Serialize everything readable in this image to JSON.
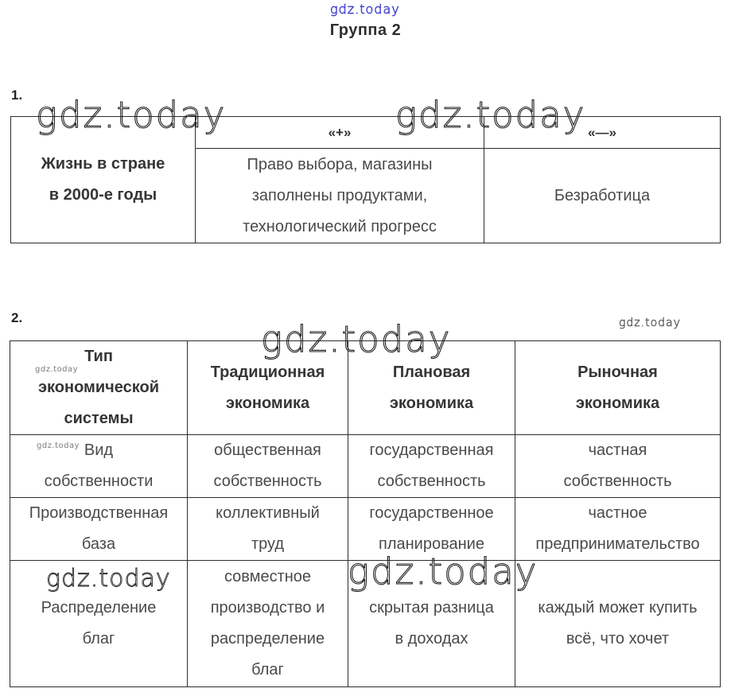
{
  "page": {
    "heading": "Группа 2",
    "section1_label": "1.",
    "section2_label": "2."
  },
  "watermark": {
    "text": "gdz.today"
  },
  "colors": {
    "watermark_blue": "#3e3ed2",
    "body_text": "#4a4a4a",
    "border": "#2d2d2d"
  },
  "table1": {
    "row_header": "Жизнь в стране\nв 2000-е годы",
    "col_plus": "«+»",
    "col_minus": "«—»",
    "plus_text": "Право выбора, магазины\nзаполнены продуктами,\nтехнологический прогресс",
    "minus_text": "Безработица"
  },
  "table2": {
    "headers": [
      "Тип\nэкономической\nсистемы",
      "Традиционная\nэкономика",
      "Плановая\nэкономика",
      "Рыночная\nэкономика"
    ],
    "rows": [
      {
        "cells": [
          "Вид\nсобственности",
          "общественная\nсобственность",
          "государственная\nсобственность",
          "частная\nсобственность"
        ]
      },
      {
        "cells": [
          "Производственная\nбаза",
          "коллективный\nтруд",
          "государственное\nпланирование",
          "частное\nпредпринимательство"
        ]
      },
      {
        "cells": [
          "Распределение\nблаг",
          "совместное\nпроизводство и\nраспределение\nблаг",
          "скрытая разница\nв доходах",
          "каждый может купить\nвсё, что хочет"
        ]
      }
    ]
  }
}
